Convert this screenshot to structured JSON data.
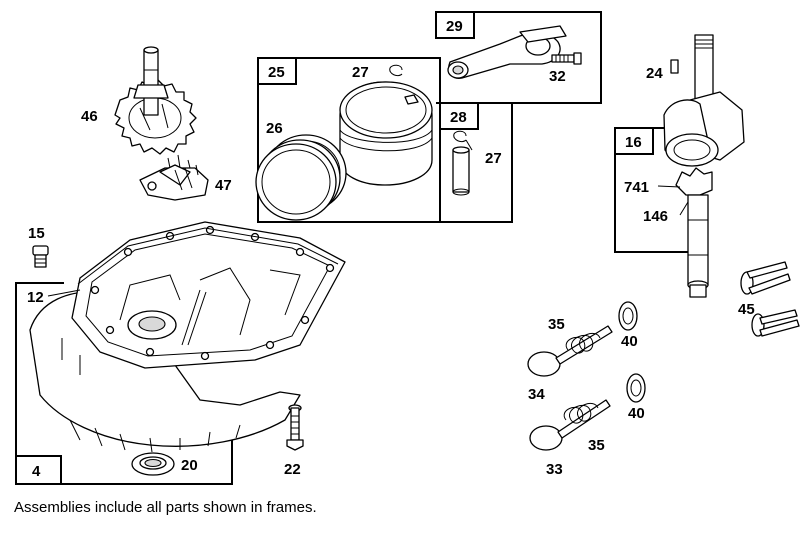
{
  "note": "Assemblies include all parts shown in frames.",
  "frames": {
    "f4": "4",
    "f16": "16",
    "f25": "25",
    "f28": "28",
    "f29": "29"
  },
  "callouts": {
    "c12": "12",
    "c15": "15",
    "c20": "20",
    "c22": "22",
    "c24": "24",
    "c26": "26",
    "c27a": "27",
    "c27b": "27",
    "c32": "32",
    "c33": "33",
    "c34": "34",
    "c35a": "35",
    "c35b": "35",
    "c40a": "40",
    "c40b": "40",
    "c45": "45",
    "c46": "46",
    "c47": "47",
    "c146": "146",
    "c741": "741"
  }
}
